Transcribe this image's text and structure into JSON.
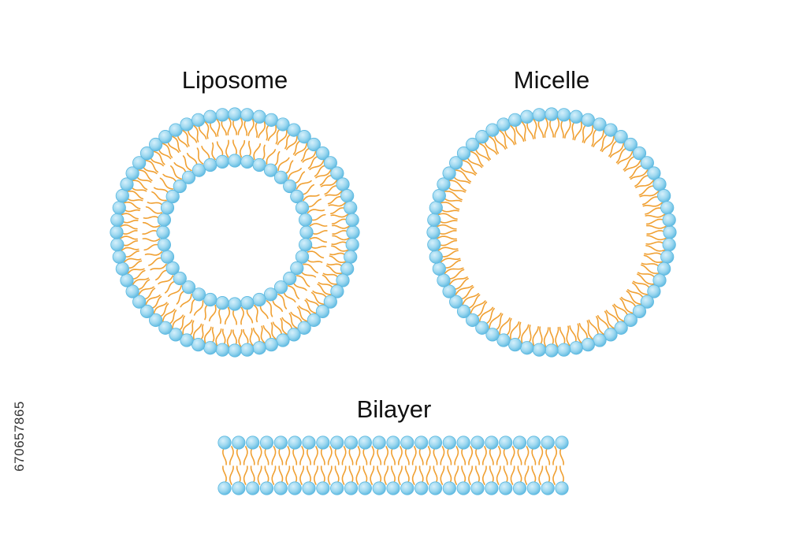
{
  "labels": {
    "liposome": "Liposome",
    "micelle": "Micelle",
    "bilayer": "Bilayer"
  },
  "stock_id": "670657865",
  "colors": {
    "head_fill": "#9dd8f0",
    "head_edge": "#5bb8e0",
    "head_highlight": "#d6f0fb",
    "tail": "#f0a032",
    "text": "#111111"
  },
  "icons": {
    "head": "phospholipid-head-icon",
    "tail": "lipid-tail-icon"
  }
}
